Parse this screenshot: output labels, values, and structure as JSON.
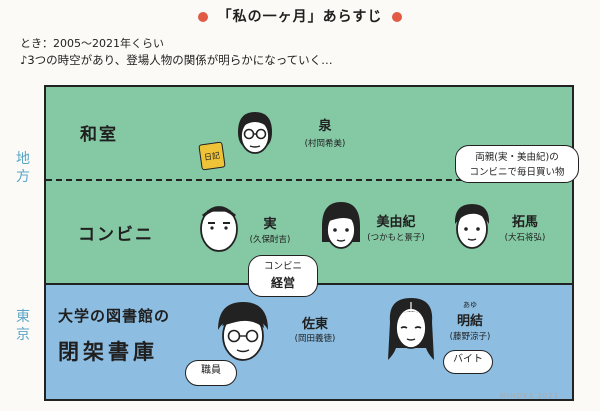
{
  "title": "「私の一ヶ月」あらすじ",
  "colors": {
    "rural": "#85c8a4",
    "tokyo": "#8dbde1",
    "dot": "#e05a44",
    "side_label": "#5aa6c8",
    "book": "#efc338"
  },
  "meta": {
    "time": "とき：2005〜2021年くらい",
    "note": "♪3つの時空があり、登場人物の関係が明らかになっていく…"
  },
  "regions": {
    "rural": "地方",
    "tokyo": "東京"
  },
  "places": {
    "washitsu": "和室",
    "konbini": "コンビニ",
    "library_line1": "大学の図書館の",
    "library_line2": "閉架書庫"
  },
  "characters": [
    {
      "name": "泉",
      "actor": "(村岡希美)"
    },
    {
      "name": "実",
      "actor": "(久保酎吉)"
    },
    {
      "name": "美由紀",
      "actor": "(つかもと景子)"
    },
    {
      "name": "拓馬",
      "actor": "(大石将弘)"
    },
    {
      "name": "佐東",
      "actor": "(岡田義徳)"
    },
    {
      "name": "明結",
      "ruby": "あゆ",
      "actor": "(藤野涼子)"
    }
  ],
  "book_label": "日記",
  "bubbles": {
    "parents_line1": "両親(実・美由紀)の",
    "parents_line2": "コンビニで毎日買い物",
    "konbini_line1": "コンビニ",
    "konbini_line2": "経営",
    "shokuin": "職員",
    "baito": "バイト"
  },
  "signature": "MIHOKA 2021"
}
